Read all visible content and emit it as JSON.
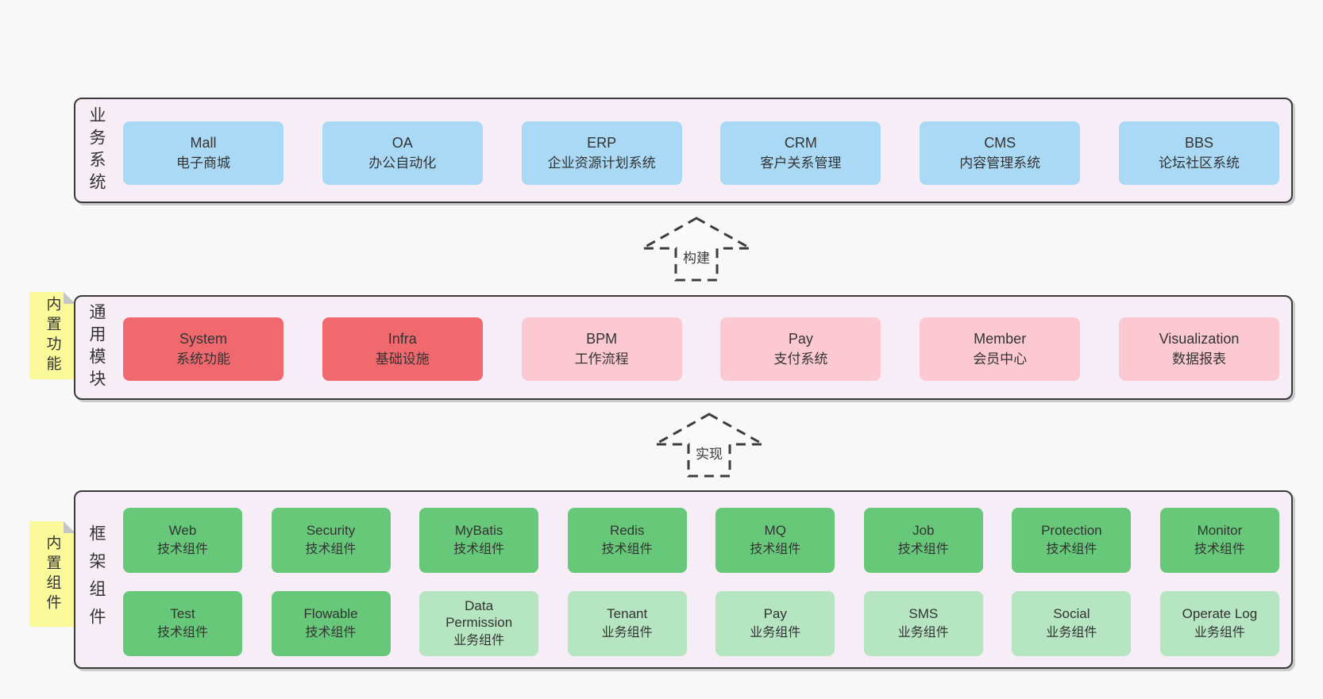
{
  "colors": {
    "page_bg": "#f8f8f8",
    "container_bg": "#f7edf6",
    "container_border": "#3a3a3a",
    "blue": "#aad9f5",
    "red": "#f0696e",
    "pink": "#fcc9d3",
    "green": "#68c87a",
    "lightgreen": "#b6e5c1",
    "sticky_yellow": "#fafa9b",
    "sticky_fold": "#c5c5c5",
    "arrow_stroke": "#3d3d3d",
    "text": "#333333"
  },
  "layers": {
    "business": {
      "label": "业务系统",
      "boxes": [
        {
          "title": "Mall",
          "subtitle": "电子商城",
          "variant": "blue"
        },
        {
          "title": "OA",
          "subtitle": "办公自动化",
          "variant": "blue"
        },
        {
          "title": "ERP",
          "subtitle": "企业资源计划系统",
          "variant": "blue"
        },
        {
          "title": "CRM",
          "subtitle": "客户关系管理",
          "variant": "blue"
        },
        {
          "title": "CMS",
          "subtitle": "内容管理系统",
          "variant": "blue"
        },
        {
          "title": "BBS",
          "subtitle": "论坛社区系统",
          "variant": "blue"
        }
      ]
    },
    "modules": {
      "label": "通用模块",
      "sticky": "内置功能",
      "boxes": [
        {
          "title": "System",
          "subtitle": "系统功能",
          "variant": "red"
        },
        {
          "title": "Infra",
          "subtitle": "基础设施",
          "variant": "red"
        },
        {
          "title": "BPM",
          "subtitle": "工作流程",
          "variant": "pink"
        },
        {
          "title": "Pay",
          "subtitle": "支付系统",
          "variant": "pink"
        },
        {
          "title": "Member",
          "subtitle": "会员中心",
          "variant": "pink"
        },
        {
          "title": "Visualization",
          "subtitle": "数据报表",
          "variant": "pink"
        }
      ]
    },
    "framework": {
      "label": "框架组件",
      "sticky": "内置组件",
      "rows": [
        [
          {
            "title": "Web",
            "subtitle": "技术组件",
            "variant": "green"
          },
          {
            "title": "Security",
            "subtitle": "技术组件",
            "variant": "green"
          },
          {
            "title": "MyBatis",
            "subtitle": "技术组件",
            "variant": "green"
          },
          {
            "title": "Redis",
            "subtitle": "技术组件",
            "variant": "green"
          },
          {
            "title": "MQ",
            "subtitle": "技术组件",
            "variant": "green"
          },
          {
            "title": "Job",
            "subtitle": "技术组件",
            "variant": "green"
          },
          {
            "title": "Protection",
            "subtitle": "技术组件",
            "variant": "green"
          },
          {
            "title": "Monitor",
            "subtitle": "技术组件",
            "variant": "green"
          }
        ],
        [
          {
            "title": "Test",
            "subtitle": "技术组件",
            "variant": "green"
          },
          {
            "title": "Flowable",
            "subtitle": "技术组件",
            "variant": "green"
          },
          {
            "title": "Data Permission",
            "subtitle": "业务组件",
            "variant": "lightgreen"
          },
          {
            "title": "Tenant",
            "subtitle": "业务组件",
            "variant": "lightgreen"
          },
          {
            "title": "Pay",
            "subtitle": "业务组件",
            "variant": "lightgreen"
          },
          {
            "title": "SMS",
            "subtitle": "业务组件",
            "variant": "lightgreen"
          },
          {
            "title": "Social",
            "subtitle": "业务组件",
            "variant": "lightgreen"
          },
          {
            "title": "Operate Log",
            "subtitle": "业务组件",
            "variant": "lightgreen"
          }
        ]
      ]
    }
  },
  "arrows": [
    {
      "label": "构建"
    },
    {
      "label": "实现"
    }
  ]
}
